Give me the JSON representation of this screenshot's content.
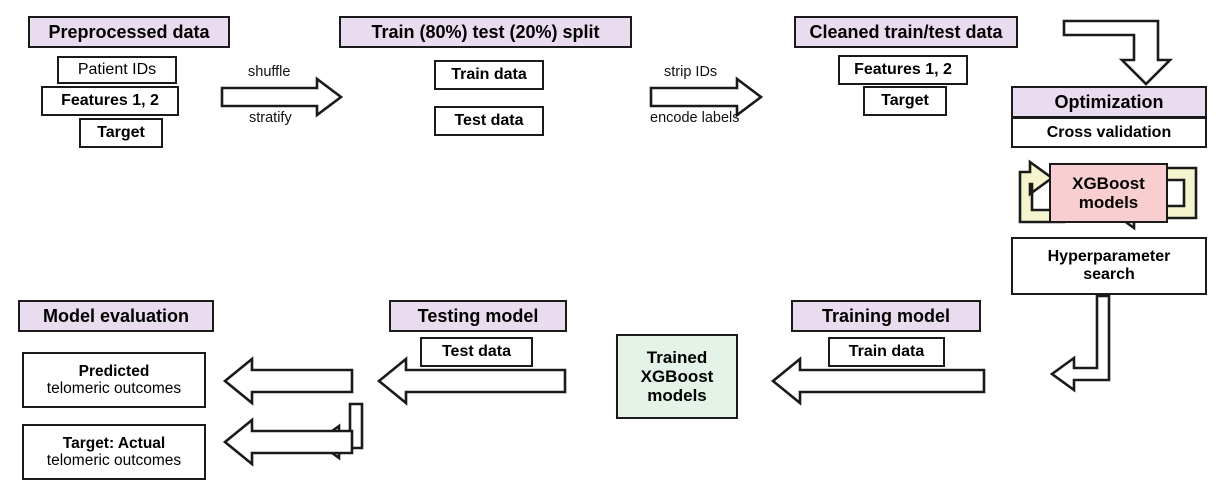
{
  "diagram": {
    "title": "XGBoost telomeric outcome modelling workflow",
    "colors": {
      "header_lavender": "#e9dcee",
      "xgboost_pink": "#f9ced0",
      "trained_green": "#e4f2e7",
      "loop_arrow_yellow": "#f4f4cf",
      "outline": "#1a1a1a",
      "background": "#ffffff"
    },
    "stages": {
      "preprocessed": {
        "header": "Preprocessed data",
        "items": [
          "Patient IDs",
          "Features 1, 2",
          "Target"
        ]
      },
      "split": {
        "header": "Train (80%) test (20%) split",
        "items": [
          "Train data",
          "Test data"
        ]
      },
      "cleaned": {
        "header": "Cleaned train/test data",
        "items": [
          "Features 1, 2",
          "Target"
        ]
      },
      "optimization": {
        "header": "Optimization",
        "cross_validation": "Cross validation",
        "models": [
          "XGBoost",
          "models"
        ],
        "hyperparameter": [
          "Hyperparameter",
          "search"
        ]
      },
      "training": {
        "header": "Training model",
        "item": "Train data"
      },
      "trained": {
        "lines": [
          "Trained",
          "XGBoost",
          "models"
        ]
      },
      "testing": {
        "header": "Testing model",
        "item": "Test data"
      },
      "evaluation": {
        "header": "Model evaluation",
        "predicted": {
          "bold": "Predicted",
          "plain": "telomeric outcomes"
        },
        "target": {
          "bold": "Target: Actual",
          "plain": "telomeric outcomes"
        }
      }
    },
    "arrow_labels": {
      "shuffle": "shuffle",
      "stratify": "stratify",
      "strip_ids": "strip IDs",
      "encode_labels": "encode labels"
    }
  }
}
